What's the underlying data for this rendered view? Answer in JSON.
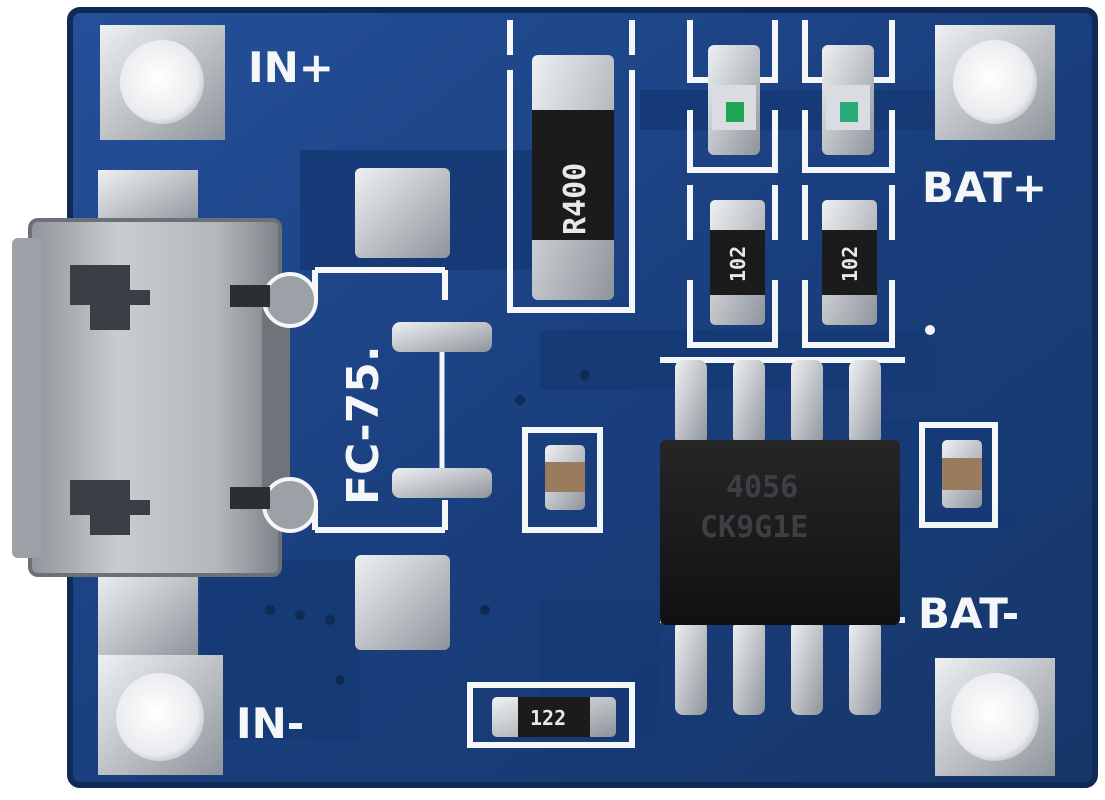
{
  "board": {
    "pcb_color": "#1a3f7e",
    "silkscreen_color": "#f4f6f8",
    "pad_color": "#cfd2d6",
    "chip_color": "#1b1b1c"
  },
  "labels": {
    "in_plus": "IN+",
    "in_minus": "IN-",
    "bat_plus": "BAT+",
    "bat_minus": "BAT-",
    "fc_code": "FC-75."
  },
  "components": {
    "sense_resistor": "R400",
    "led_resistor_1": "102",
    "led_resistor_2": "102",
    "prog_resistor": "122",
    "ic_line_1": "4056",
    "ic_line_2": "CK9G1E"
  },
  "icons": {
    "usb_port": "micro-usb-connector-icon",
    "leds": "smd-led-icon",
    "ic": "sop8-chip-icon"
  }
}
